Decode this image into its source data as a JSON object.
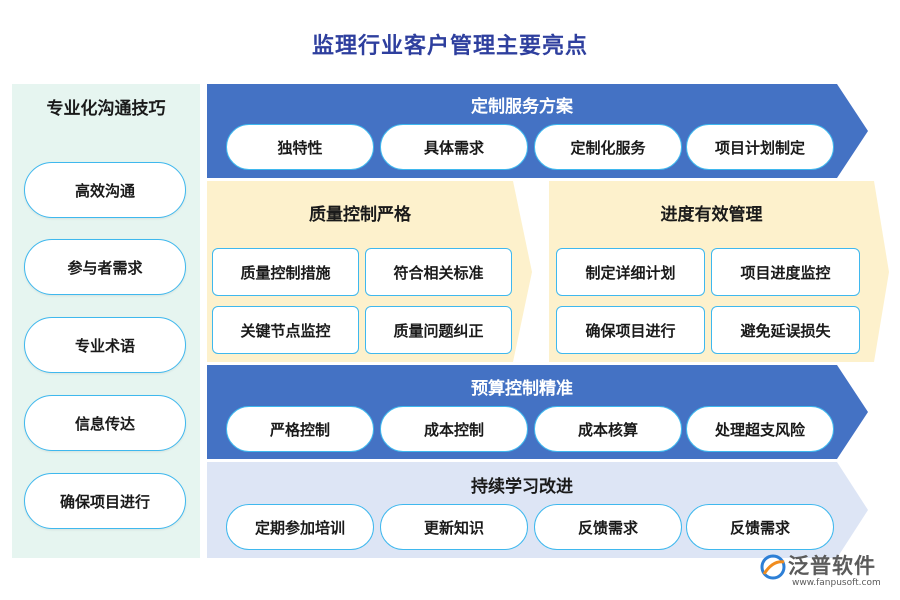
{
  "title": "监理行业客户管理主要亮点",
  "left_panel": {
    "heading": "专业化沟通技巧",
    "items": [
      "高效沟通",
      "参与者需求",
      "专业术语",
      "信息传达",
      "确保项目进行"
    ]
  },
  "custom_service": {
    "heading": "定制服务方案",
    "items": [
      "独特性",
      "具体需求",
      "定制化服务",
      "项目计划制定"
    ]
  },
  "quality_control": {
    "heading": "质量控制严格",
    "items": [
      "质量控制措施",
      "符合相关标准",
      "关键节点监控",
      "质量问题纠正"
    ]
  },
  "schedule_management": {
    "heading": "进度有效管理",
    "items": [
      "制定详细计划",
      "项目进度监控",
      "确保项目进行",
      "避免延误损失"
    ]
  },
  "budget_control": {
    "heading": "预算控制精准",
    "items": [
      "严格控制",
      "成本控制",
      "成本核算",
      "处理超支风险"
    ]
  },
  "continuous_learning": {
    "heading": "持续学习改进",
    "items": [
      "定期参加培训",
      "更新知识",
      "反馈需求",
      "反馈需求"
    ]
  },
  "logo": {
    "name": "泛普软件",
    "url": "www.fanpusoft.com"
  },
  "colors": {
    "title": "#2e3f9e",
    "dark_band": "#4472c4",
    "cream_band": "#fdf1cc",
    "light_band": "#dde5f5",
    "left_panel": "#e6f5f0",
    "border": "#3fb8ee"
  }
}
